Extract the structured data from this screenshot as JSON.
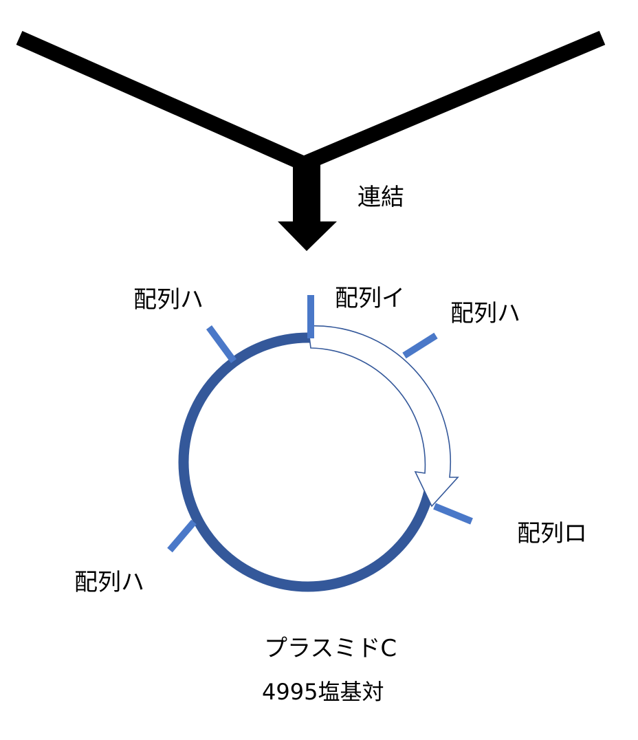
{
  "ligation": {
    "label": "連結"
  },
  "plasmid": {
    "name": "プラスミドC",
    "size": "4995塩基対"
  },
  "sites": {
    "i_top": "配列イ",
    "ha_upper_left": "配列ハ",
    "ha_upper_right": "配列ハ",
    "ro_right": "配列ロ",
    "ha_lower_left": "配列ハ"
  },
  "colors": {
    "ring": "#34589a",
    "marker": "#4a78c8",
    "arrow_outline": "#34589a",
    "ink": "#000000"
  }
}
